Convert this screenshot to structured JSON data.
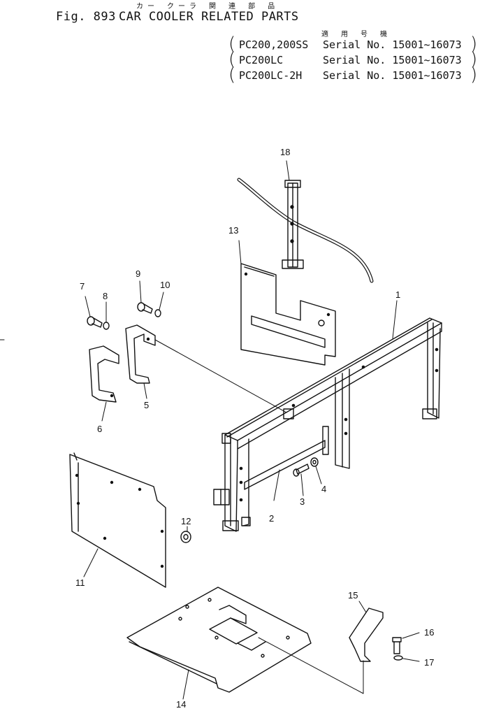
{
  "header": {
    "jp_subtitle": "カー クーラ 関 連 部 品",
    "fig_label": "Fig. 893",
    "title": "CAR COOLER RELATED PARTS",
    "applicability_jp": "適 用 号 機",
    "rows": [
      {
        "model": "PC200,200SS",
        "serial": "Serial No. 15001~16073"
      },
      {
        "model": "PC200LC",
        "serial": "Serial No. 15001~16073"
      },
      {
        "model": "PC200LC-2H",
        "serial": "Serial No. 15001~16073"
      }
    ]
  },
  "callouts": [
    "1",
    "2",
    "3",
    "4",
    "5",
    "6",
    "7",
    "8",
    "9",
    "10",
    "11",
    "12",
    "13",
    "14",
    "15",
    "16",
    "17",
    "18"
  ]
}
